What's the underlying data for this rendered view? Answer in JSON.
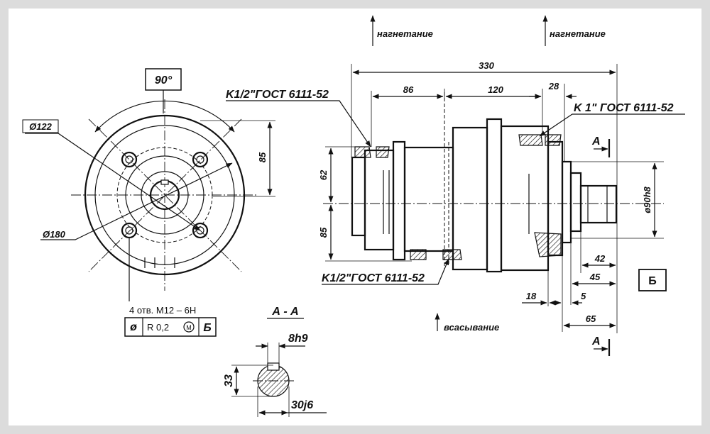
{
  "front_view": {
    "angle": "90°",
    "dia_pcd": "Ø122",
    "dia_flange": "Ø180",
    "dim_85": "85",
    "holes": "4 отв. М12 – 6Н",
    "tol_symbol": "ø",
    "tol_value": "R 0,2",
    "tol_mod": "М",
    "tol_datum": "Б"
  },
  "section": {
    "title": "А - А",
    "key_width": "8h9",
    "height": "33",
    "shaft_dia": "30j6"
  },
  "side_view": {
    "discharge_1": "нагнетание",
    "discharge_2": "нагнетание",
    "suction": "всасывание",
    "length_total": "330",
    "dim_86": "86",
    "dim_120": "120",
    "dim_28": "28",
    "dim_62": "62",
    "dim_85": "85",
    "port_top_left": "K1/2\"ГОСТ 6111-52",
    "port_right": "K 1\" ГОСТ 6111-52",
    "port_bottom": "K1/2\"ГОСТ 6111-52",
    "shaft_dia": "ø90h8",
    "dim_42": "42",
    "dim_45": "45",
    "dim_18": "18",
    "dim_5": "5",
    "dim_65": "65",
    "datum": "Б",
    "section_mark_1": "А",
    "section_mark_2": "А"
  }
}
